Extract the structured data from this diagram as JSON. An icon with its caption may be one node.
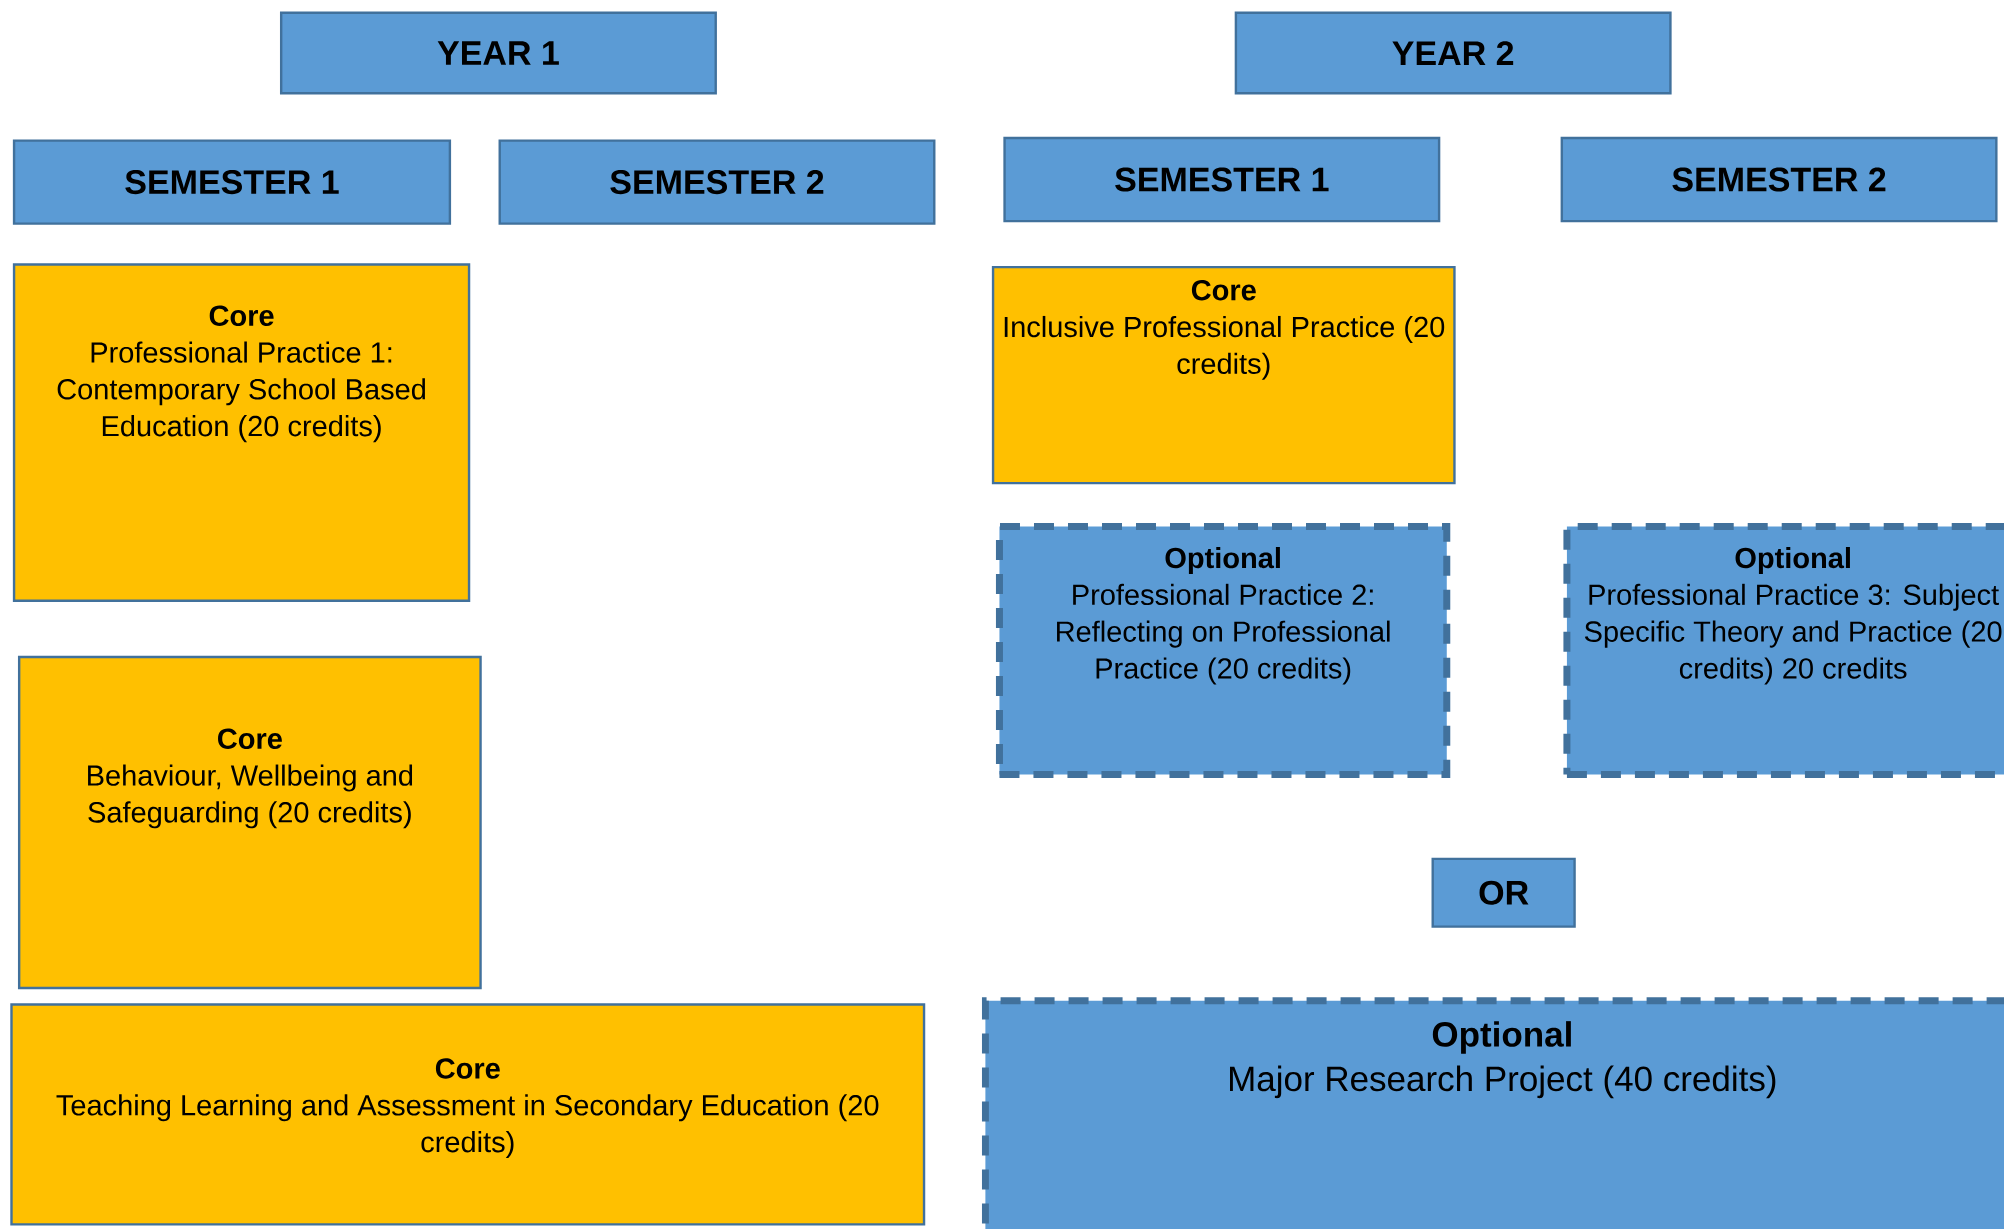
{
  "diagram": {
    "nodes": [
      {
        "text": [
          "YEAR 1"
        ]
      },
      {
        "text": [
          "YEAR 2"
        ]
      },
      {
        "text": [
          "SEMESTER 1"
        ]
      },
      {
        "text": [
          "SEMESTER 2"
        ]
      },
      {
        "text": [
          "SEMESTER 1"
        ]
      },
      {
        "text": [
          "SEMESTER 2"
        ]
      },
      {
        "text": [
          "Core",
          "Professional Practice 1: Contemporary School Based Education (20 credits)"
        ]
      },
      {
        "text": [
          "Core",
          "Behaviour, Wellbeing and Safeguarding (20 credits)"
        ]
      },
      {
        "text": [
          "Core",
          "Teaching Learning and Assessment in Secondary Education (20 credits)"
        ]
      },
      {
        "text": [
          "Core",
          "Inclusive Professional Practice (20 credits)"
        ]
      },
      {
        "text": [
          "Optional",
          "Professional Practice 2: Reflecting on Professional Practice (20 credits)"
        ]
      },
      {
        "text": [
          "Optional",
          "Professional Practice 3: Subject Specific Theory and Practice (20 credits) 20 credits"
        ]
      },
      {
        "text": [
          "OR"
        ]
      },
      {
        "text": [
          "Optional",
          "Major Research Project (40 credits)"
        ]
      }
    ]
  }
}
